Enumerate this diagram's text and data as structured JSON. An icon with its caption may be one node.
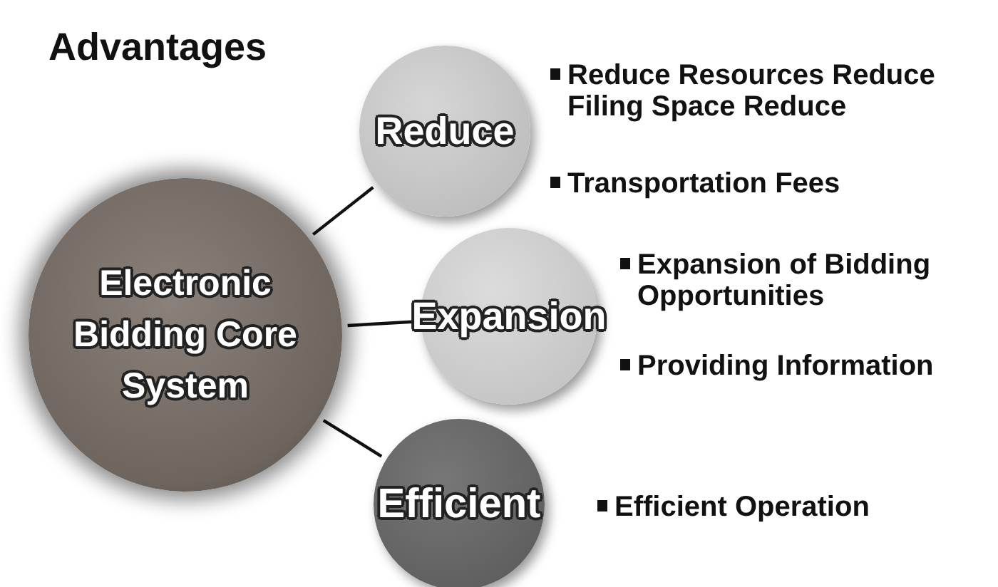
{
  "diagram": {
    "title": "Advantages",
    "nodes": [
      {
        "text": [
          "Electronic Bidding Core System"
        ]
      },
      {
        "text": [
          "Reduce"
        ],
        "beside": [
          "Reduce Resources Reduce Filing Space Reduce",
          "Transportation Fees"
        ]
      },
      {
        "text": [
          "Expansion"
        ],
        "beside": [
          "Expansion of Bidding Opportunities",
          "Providing Information"
        ]
      },
      {
        "text": [
          "Efficient"
        ],
        "beside": [
          "Efficient Operation"
        ]
      }
    ],
    "edges": [
      {
        "from": 0,
        "to": 1,
        "arrow": "none"
      },
      {
        "from": 0,
        "to": 2,
        "arrow": "none"
      },
      {
        "from": 0,
        "to": 3,
        "arrow": "none"
      }
    ]
  }
}
